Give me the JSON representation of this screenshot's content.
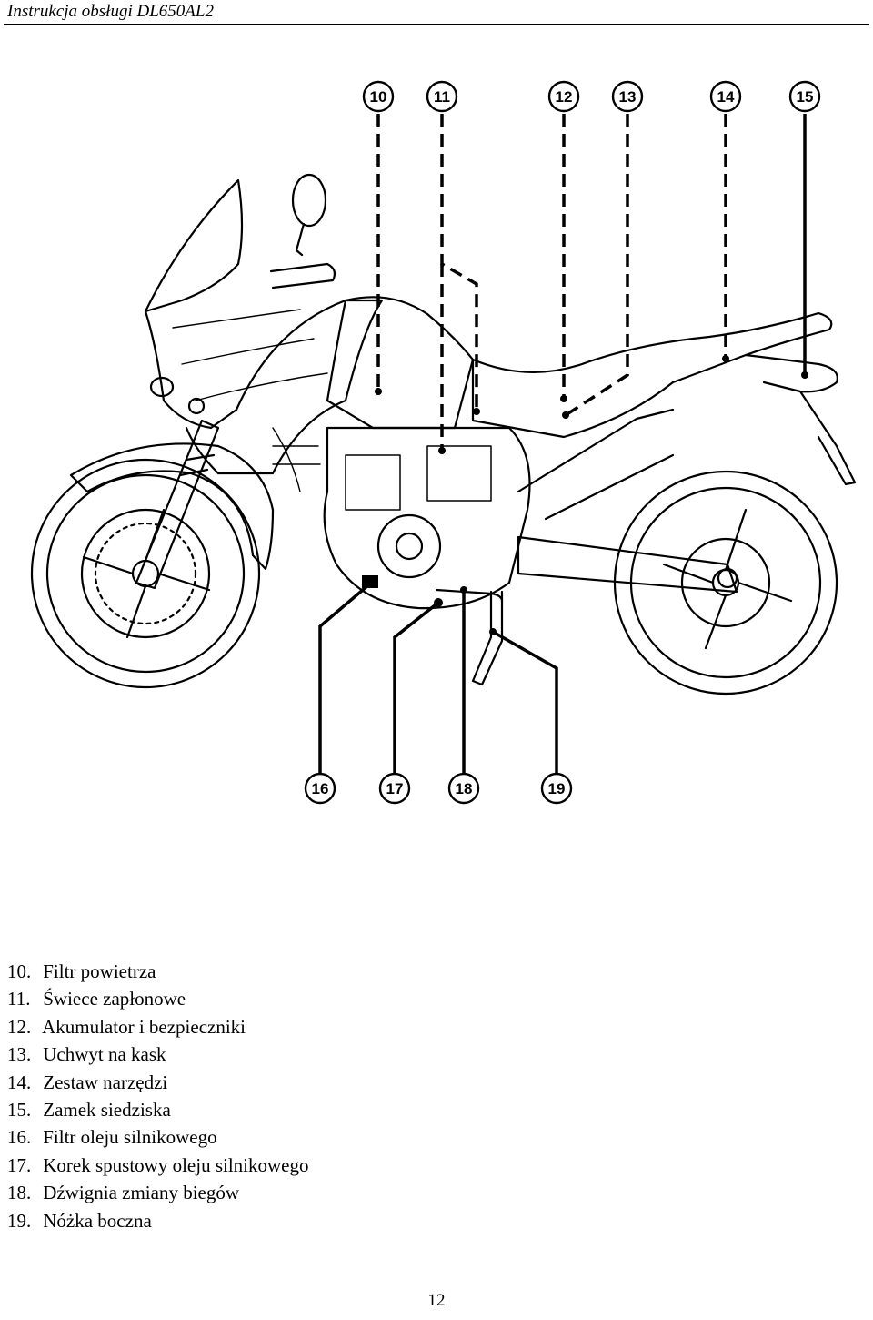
{
  "header": {
    "title": "Instrukcja obsługi DL650AL2"
  },
  "figure": {
    "top_callouts": [
      "10",
      "11",
      "12",
      "13",
      "14",
      "15"
    ],
    "bottom_callouts": [
      "16",
      "17",
      "18",
      "19"
    ]
  },
  "legend": [
    {
      "num": "10.",
      "text": "Filtr powietrza"
    },
    {
      "num": "11.",
      "text": "Świece zapłonowe"
    },
    {
      "num": "12.",
      "text": "Akumulator i bezpieczniki"
    },
    {
      "num": "13.",
      "text": "Uchwyt na kask"
    },
    {
      "num": "14.",
      "text": "Zestaw narzędzi"
    },
    {
      "num": "15.",
      "text": "Zamek siedziska"
    },
    {
      "num": "16.",
      "text": "Filtr oleju silnikowego"
    },
    {
      "num": "17.",
      "text": "Korek spustowy oleju silnikowego"
    },
    {
      "num": "18.",
      "text": "Dźwignia zmiany biegów"
    },
    {
      "num": "19.",
      "text": "Nóżka boczna"
    }
  ],
  "footer": {
    "page_number": "12"
  }
}
